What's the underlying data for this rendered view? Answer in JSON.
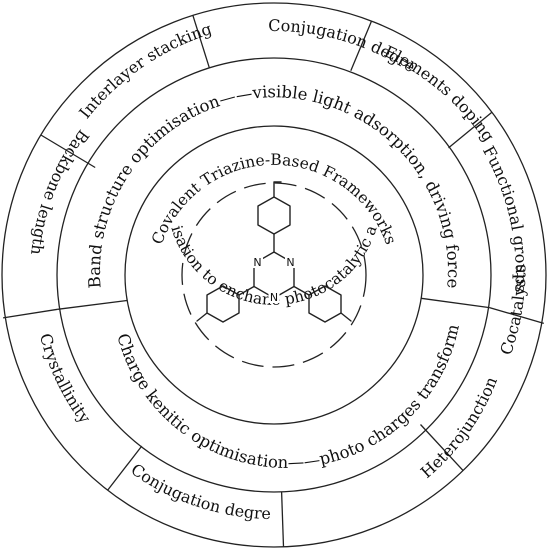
{
  "outer_ring": {
    "segments": [
      {
        "label": "Conjugation degree"
      },
      {
        "label": "Elements doping"
      },
      {
        "label": "Functional groups"
      },
      {
        "label": "Cocatalysts"
      },
      {
        "label": "Heterojunction"
      },
      {
        "label": "Conjugation degree"
      },
      {
        "label": "Crystallinity"
      },
      {
        "label": "Backbone length"
      },
      {
        "label": "Interlayer stacking"
      }
    ]
  },
  "middle_ring": {
    "top_text": "Band structure optimisation——visible light adsorption, driving force",
    "bottom_text": "Charge kenitic optimisation——photo charges transform"
  },
  "core": {
    "top_text": "Covalent Triazine-Based Frameworks",
    "bottom_text": "Optimisation to enchane photocatalytic activity",
    "atoms": [
      "N",
      "N",
      "N"
    ]
  }
}
